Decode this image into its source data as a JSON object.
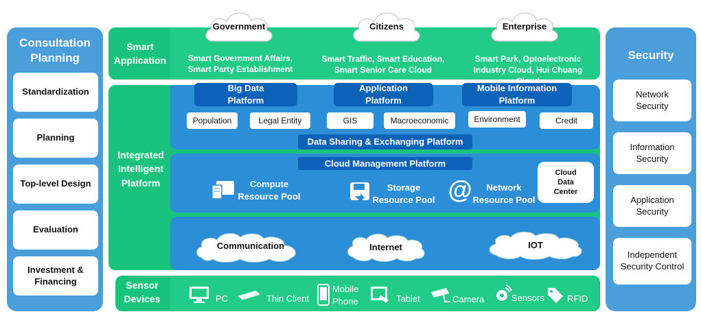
{
  "consultation": {
    "title": "Consultation Planning",
    "items": [
      "Standardization",
      "Planning",
      "Top-level Design",
      "Evaluation",
      "Investment & Financing"
    ]
  },
  "security": {
    "title": "Security",
    "items": [
      "Network Security",
      "Information Security",
      "Application Security",
      "Independent Security Control"
    ]
  },
  "smart_application": {
    "label": "Smart Application",
    "groups": [
      {
        "cloud": "Government",
        "text": "Smart Government Affairs, Smart Party Establishment"
      },
      {
        "cloud": "Citizens",
        "text": "Smart Traffic, Smart Education, Smart Senior Care Cloud"
      },
      {
        "cloud": "Enterprise",
        "text": "Smart Park,  Optoelectronic Industry Cloud, Hui Chuang Cloud"
      }
    ]
  },
  "integrated": {
    "label": "Integrated Intelligent Platform",
    "platforms": [
      "Big Data Platform",
      "Application Platform",
      "Mobile Information Platform"
    ],
    "tags": [
      "Population",
      "Legal Entity",
      "GIS",
      "Macroeconomic",
      "Environment",
      "Credit"
    ],
    "sharing": "Data Sharing & Exchanging Platform",
    "cloud_mgmt": "Cloud Management Platform",
    "pools": [
      "Compute Resource Pool",
      "Storage Resource Pool",
      "Network Resource Pool"
    ],
    "data_center": "Cloud Data Center",
    "networks": [
      "Communication",
      "Internet",
      "IOT"
    ]
  },
  "sensor": {
    "label": "Sensor Devices",
    "devices": [
      "PC",
      "Thin Client",
      "Mobile Phone",
      "Tablet",
      "Camera",
      "Sensors",
      "RFID"
    ]
  },
  "colors": {
    "green": "#19c37d",
    "blue": "#4a9fdb",
    "dark": "#0c62b8"
  }
}
